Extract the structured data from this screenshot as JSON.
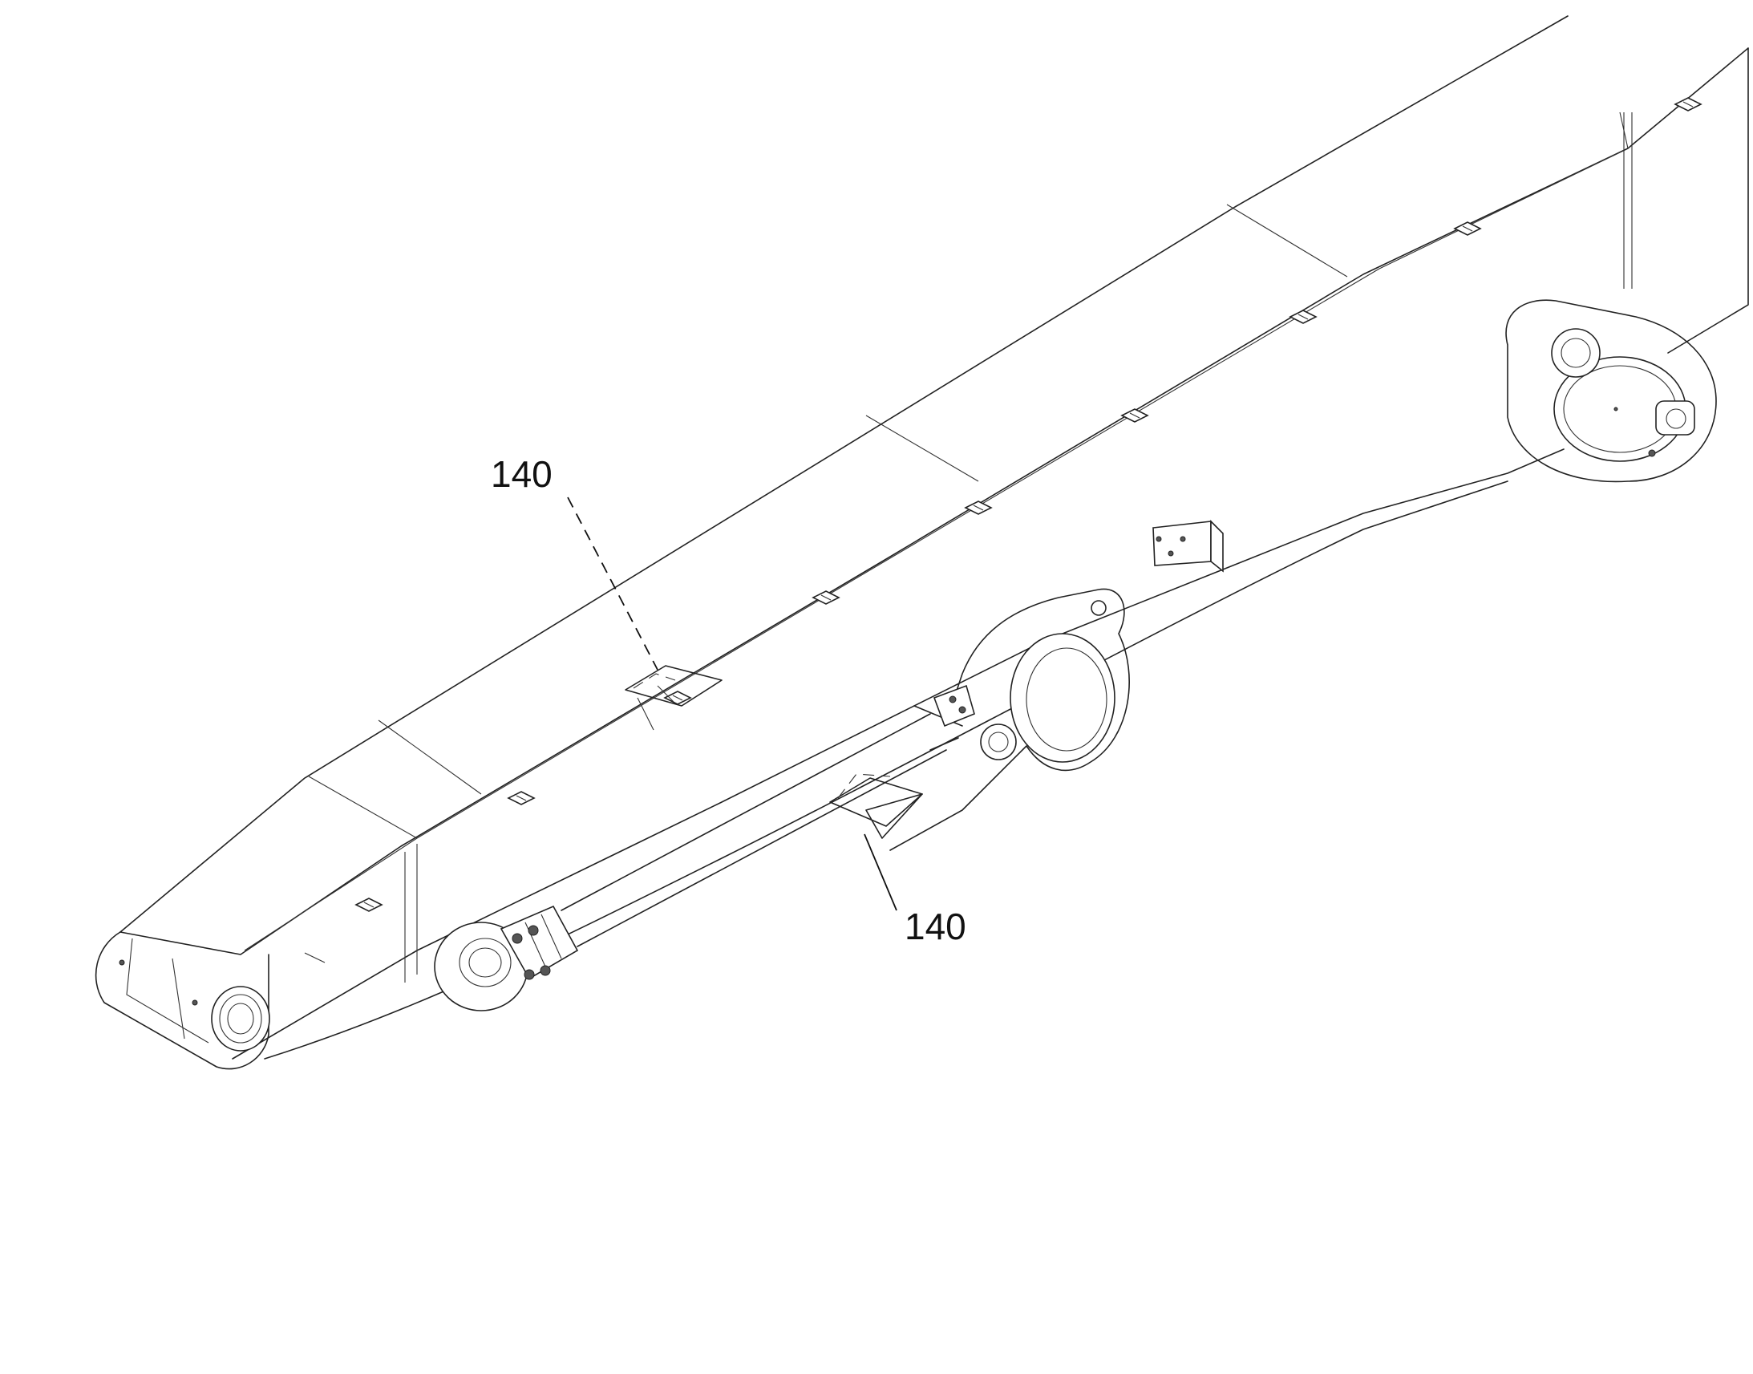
{
  "reference_labels": [
    {
      "id": "upper",
      "text": "140"
    },
    {
      "id": "lower",
      "text": "140"
    }
  ],
  "colors": {
    "line": "#222222",
    "background": "#ffffff"
  }
}
